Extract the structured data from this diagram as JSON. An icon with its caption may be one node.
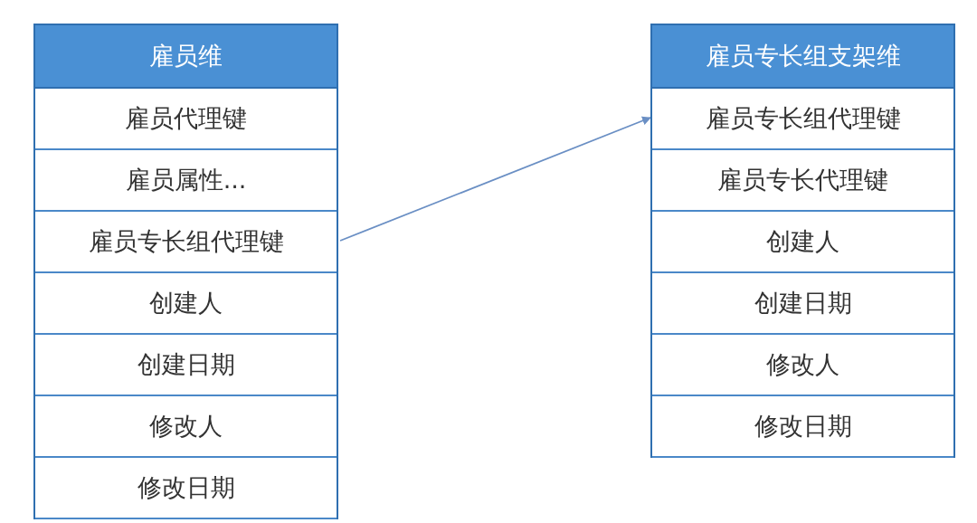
{
  "diagram": {
    "nodes": [
      {
        "text": [
          "雇员维"
        ]
      },
      {
        "text": [
          "雇员代理键"
        ],
        "in": 0
      },
      {
        "text": [
          "雇员属性..."
        ],
        "in": 0
      },
      {
        "text": [
          "雇员专长组代理键"
        ],
        "in": 0
      },
      {
        "text": [
          "创建人"
        ],
        "in": 0
      },
      {
        "text": [
          "创建日期"
        ],
        "in": 0
      },
      {
        "text": [
          "修改人"
        ],
        "in": 0
      },
      {
        "text": [
          "修改日期"
        ],
        "in": 0
      },
      {
        "text": [
          "雇员专长组支架维"
        ]
      },
      {
        "text": [
          "雇员专长组代理键"
        ],
        "in": 8
      },
      {
        "text": [
          "雇员专长代理键"
        ],
        "in": 8
      },
      {
        "text": [
          "创建人"
        ],
        "in": 8
      },
      {
        "text": [
          "创建日期"
        ],
        "in": 8
      },
      {
        "text": [
          "修改人"
        ],
        "in": 8
      },
      {
        "text": [
          "修改日期"
        ],
        "in": 8
      }
    ],
    "edges": [
      {
        "from": 3,
        "to": 9,
        "arrow": "to"
      }
    ]
  }
}
